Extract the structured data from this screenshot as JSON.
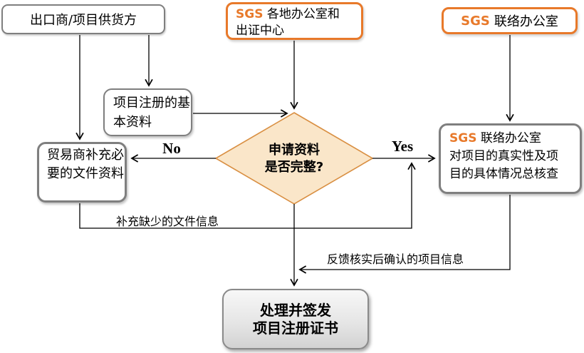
{
  "diagram": {
    "type": "flowchart",
    "colors": {
      "brand_orange": "#e8792a",
      "diamond_fill": "#fae6c9",
      "diamond_border": "#d98f42",
      "gray_border": "#7f7f7f",
      "connector": "#000000"
    }
  },
  "nodes": {
    "exporter": {
      "label": "出口商/项目供货方"
    },
    "sgs_offices": {
      "brand": "SGS",
      "line1": "各地办公室和",
      "line2": "出证中心"
    },
    "sgs_liaison": {
      "brand": "SGS",
      "label": "联络办公室"
    },
    "reg_info": {
      "label": "项目注册的基本资料"
    },
    "trader_supplement": {
      "label": "贸易商补充必要的文件资料"
    },
    "decision": {
      "line1": "申请资料",
      "line2": "是否完整?"
    },
    "liaison_verify": {
      "brand": "SGS",
      "line1": "联络办公室",
      "line2": "对项目的真实性及项",
      "line3": "目的具体情况总核查"
    },
    "issue_cert": {
      "line1": "处理并签发",
      "line2": "项目注册证书"
    }
  },
  "edges": {
    "no_label": "No",
    "yes_label": "Yes",
    "supplement_label": "补充缺少的文件信息",
    "feedback_label": "反馈核实后确认的项目信息"
  }
}
